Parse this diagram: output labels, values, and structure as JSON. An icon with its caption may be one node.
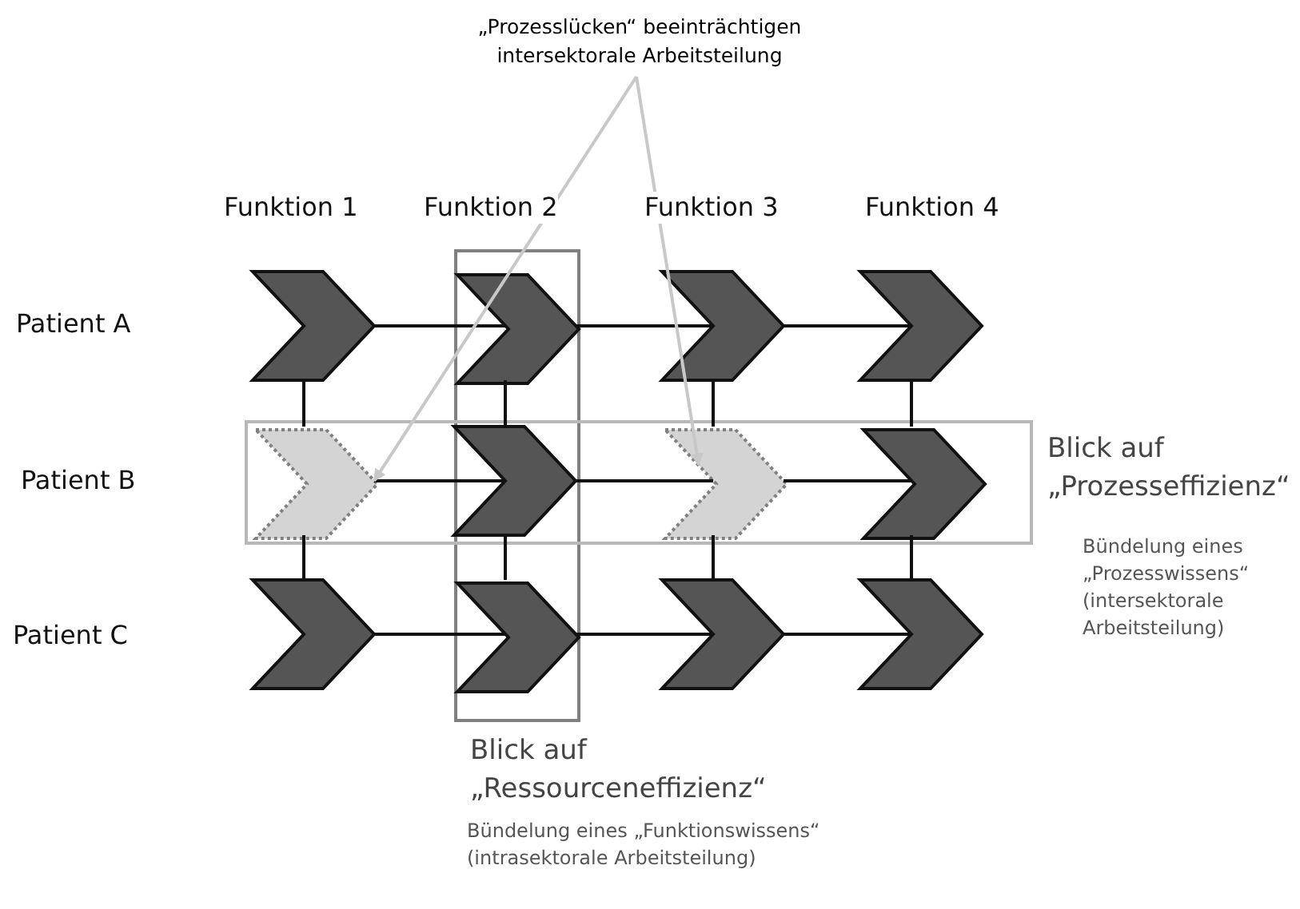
{
  "diagram": {
    "nodes": [
      {
        "text": [
          "„Prozesslücken“ beeinträchtigen intersektorale Arbeitsteilung"
        ]
      },
      {
        "text": [
          "Blick auf „Ressourceneffizienz“"
        ]
      },
      {
        "text": [
          "Blick auf „Prozesseffizienz“"
        ]
      },
      {
        "text": [],
        "shape": "chevron"
      },
      {
        "text": [],
        "shape": "chevron",
        "in": 1
      },
      {
        "text": [],
        "shape": "chevron"
      },
      {
        "text": [],
        "shape": "chevron"
      },
      {
        "text": [],
        "shape": "chevron",
        "in": 2
      },
      {
        "text": [],
        "shape": "chevron"
      },
      {
        "text": [],
        "shape": "chevron",
        "in": 2
      },
      {
        "text": [],
        "shape": "chevron",
        "in": 2
      },
      {
        "text": [],
        "shape": "chevron"
      },
      {
        "text": [],
        "shape": "chevron",
        "in": 1
      },
      {
        "text": [],
        "shape": "chevron"
      },
      {
        "text": [],
        "shape": "chevron"
      }
    ],
    "edges": [
      {
        "from": 3,
        "to": 4,
        "arrow": "none"
      },
      {
        "from": 4,
        "to": 5,
        "arrow": "none"
      },
      {
        "from": 5,
        "to": 6,
        "arrow": "none"
      },
      {
        "from": 7,
        "to": 8,
        "arrow": "none"
      },
      {
        "from": 8,
        "to": 9,
        "arrow": "none"
      },
      {
        "from": 9,
        "to": 10,
        "arrow": "none"
      },
      {
        "from": 11,
        "to": 12,
        "arrow": "none"
      },
      {
        "from": 12,
        "to": 13,
        "arrow": "none"
      },
      {
        "from": 13,
        "to": 14,
        "arrow": "none"
      },
      {
        "from": 3,
        "to": 7,
        "arrow": "none"
      },
      {
        "from": 7,
        "to": 11,
        "arrow": "none"
      },
      {
        "from": 4,
        "to": 8,
        "arrow": "none"
      },
      {
        "from": 8,
        "to": 12,
        "arrow": "none"
      },
      {
        "from": 5,
        "to": 9,
        "arrow": "none"
      },
      {
        "from": 9,
        "to": 13,
        "arrow": "none"
      },
      {
        "from": 6,
        "to": 10,
        "arrow": "none"
      },
      {
        "from": 10,
        "to": 14,
        "arrow": "none"
      },
      {
        "from": 0,
        "to": 7,
        "arrow": "to",
        "color": "#c8c8c8"
      },
      {
        "from": 0,
        "to": 9,
        "arrow": "to",
        "color": "#c8c8c8"
      }
    ],
    "labels": [
      "Funktion 1",
      "Funktion 2",
      "Funktion 3",
      "Funktion 4",
      "Patient A",
      "Patient B",
      "Patient C",
      "Bündelung eines „Prozesswissens“ (intersektorale Arbeitsteilung)",
      "Bündelung eines „Funktionswissens“ (intrasektorale Arbeitsteilung)"
    ]
  }
}
